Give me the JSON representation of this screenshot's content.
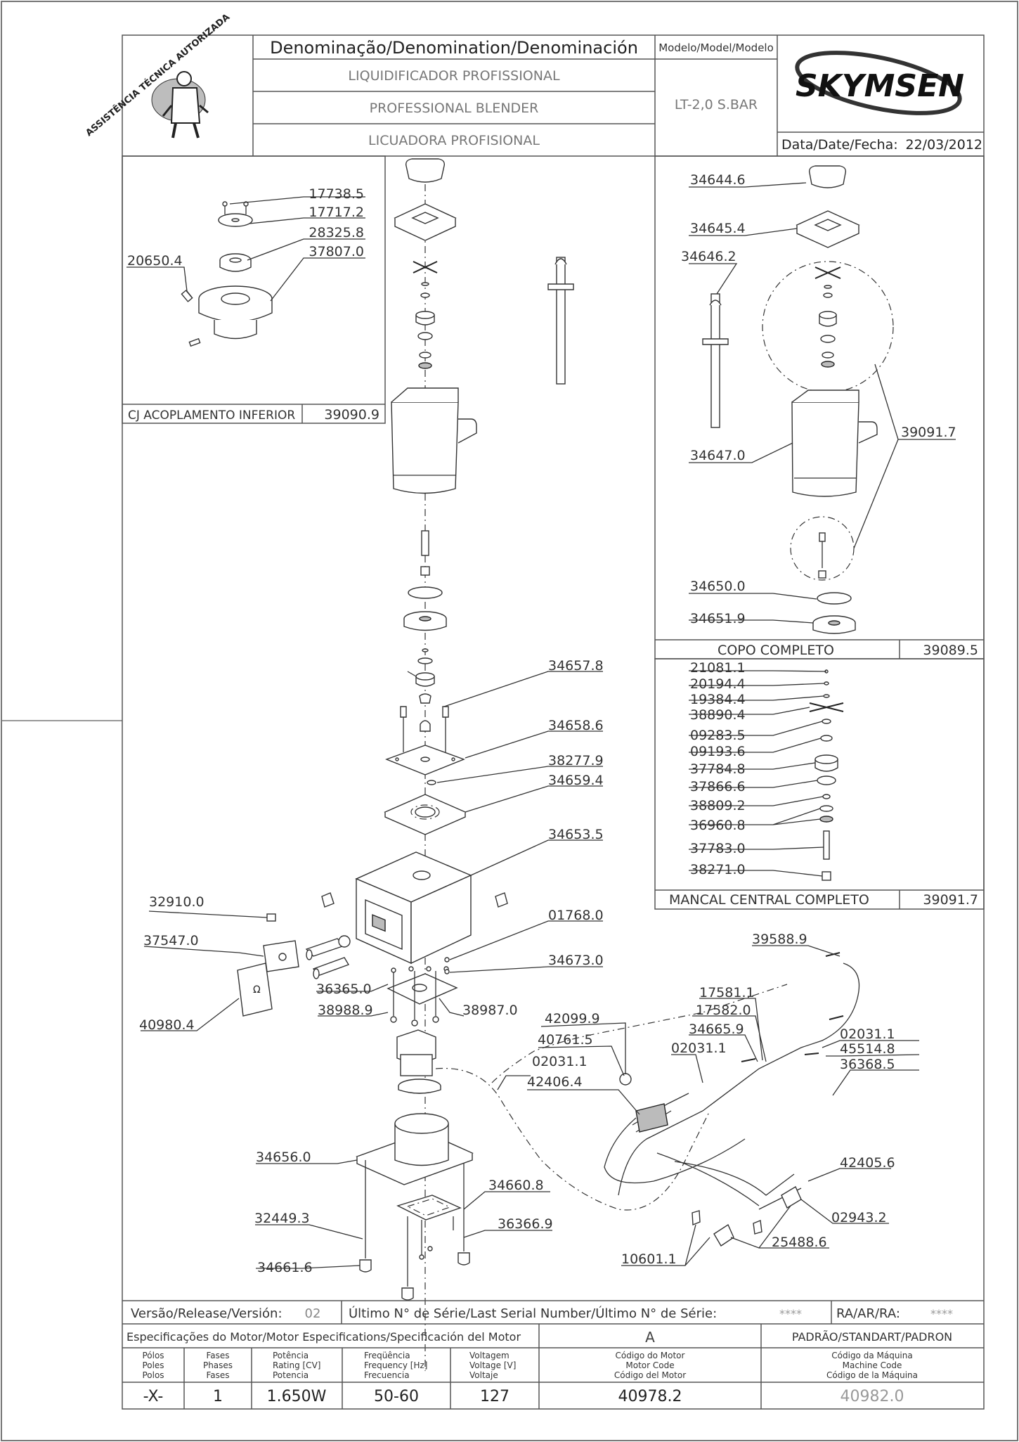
{
  "header": {
    "logo_text": "ASSISTÊNCIA TÉCNICA AUTORIZADA",
    "denomination_title": "Denominação/Denomination/Denominación",
    "denomination_pt": "LIQUIDIFICADOR PROFISSIONAL",
    "denomination_en": "PROFESSIONAL BLENDER",
    "denomination_es": "LICUADORA PROFISIONAL",
    "model_title": "Modelo/Model/Modelo",
    "model_value": "LT-2,0 S.BAR",
    "brand": "SKYMSEN",
    "date_label": "Data/Date/Fecha:",
    "date_value": "22/03/2012"
  },
  "assemblies": {
    "lower_coupling": {
      "name": "CJ ACOPLAMENTO INFERIOR",
      "code": "39090.9"
    },
    "complete_cup": {
      "name": "COPO COMPLETO",
      "code": "39089.5"
    },
    "central_bearing": {
      "name": "MANCAL CENTRAL COMPLETO",
      "code": "39091.7"
    }
  },
  "part_labels": {
    "p17738_5": "17738.5",
    "p17717_2": "17717.2",
    "p28325_8": "28325.8",
    "p37807_0": "37807.0",
    "p20650_4": "20650.4",
    "p34644_6": "34644.6",
    "p34645_4": "34645.4",
    "p34646_2": "34646.2",
    "p34647_0": "34647.0",
    "p39091_7": "39091.7",
    "p34650_0": "34650.0",
    "p34651_9": "34651.9",
    "p21081_1": "21081.1",
    "p20194_4": "20194.4",
    "p19384_4": "19384.4",
    "p38890_4": "38890.4",
    "p09283_5": "09283.5",
    "p09193_6": "09193.6",
    "p37784_8": "37784.8",
    "p37866_6": "37866.6",
    "p38809_2": "38809.2",
    "p36960_8": "36960.8",
    "p37783_0": "37783.0",
    "p38271_0": "38271.0",
    "p34657_8": "34657.8",
    "p34658_6": "34658.6",
    "p38277_9": "38277.9",
    "p34659_4": "34659.4",
    "p34653_5": "34653.5",
    "p01768_0": "01768.0",
    "p34673_0": "34673.0",
    "p32910_0": "32910.0",
    "p37547_0": "37547.0",
    "p40980_4": "40980.4",
    "p36365_0": "36365.0",
    "p38988_9": "38988.9",
    "p38987_0": "38987.0",
    "p42099_9": "42099.9",
    "p40761_5": "40761.5",
    "p02031_1a": "02031.1",
    "p42406_4": "42406.4",
    "p39588_9": "39588.9",
    "p17581_1": "17581.1",
    "p17582_0": "17582.0",
    "p34665_9": "34665.9",
    "p02031_1b": "02031.1",
    "p02031_1c": "02031.1",
    "p45514_8": "45514.8",
    "p36368_5": "36368.5",
    "p34656_0": "34656.0",
    "p34660_8": "34660.8",
    "p32449_3": "32449.3",
    "p36366_9": "36366.9",
    "p34661_6": "34661.6",
    "p42405_6": "42405.6",
    "p02943_2": "02943.2",
    "p25488_6": "25488.6",
    "p10601_1": "10601.1"
  },
  "footer": {
    "release_label": "Versão/Release/Versión:",
    "release_value": "02",
    "serial_label": "Último N° de Série/Last Serial Number/Último N° de Série:",
    "serial_value": "****",
    "ra_label": "RA/AR/RA:",
    "ra_value": "****",
    "motor_spec_title": "Especificações do Motor/Motor Especifications/Specificación del Motor",
    "motor_variant": "A",
    "standard_label": "PADRÃO/STANDART/PADRON",
    "columns": [
      {
        "l1": "Pólos",
        "l2": "Poles",
        "l3": "Polos",
        "value": "-X-"
      },
      {
        "l1": "Fases",
        "l2": "Phases",
        "l3": "Fases",
        "value": "1"
      },
      {
        "l1": "Potência",
        "l2": "Rating [CV]",
        "l3": "Potencia",
        "value": "1.650W"
      },
      {
        "l1": "Freqüência",
        "l2": "Frequency [Hz]",
        "l3": "Frecuencia",
        "value": "50-60"
      },
      {
        "l1": "Voltagem",
        "l2": "Voltage [V]",
        "l3": "Voltaje",
        "value": "127"
      },
      {
        "l1": "Código do Motor",
        "l2": "Motor Code",
        "l3": "Código del Motor",
        "value": "40978.2"
      },
      {
        "l1": "Código da Máquina",
        "l2": "Machine Code",
        "l3": "Código de la Máquina",
        "value": "40982.0"
      }
    ]
  }
}
